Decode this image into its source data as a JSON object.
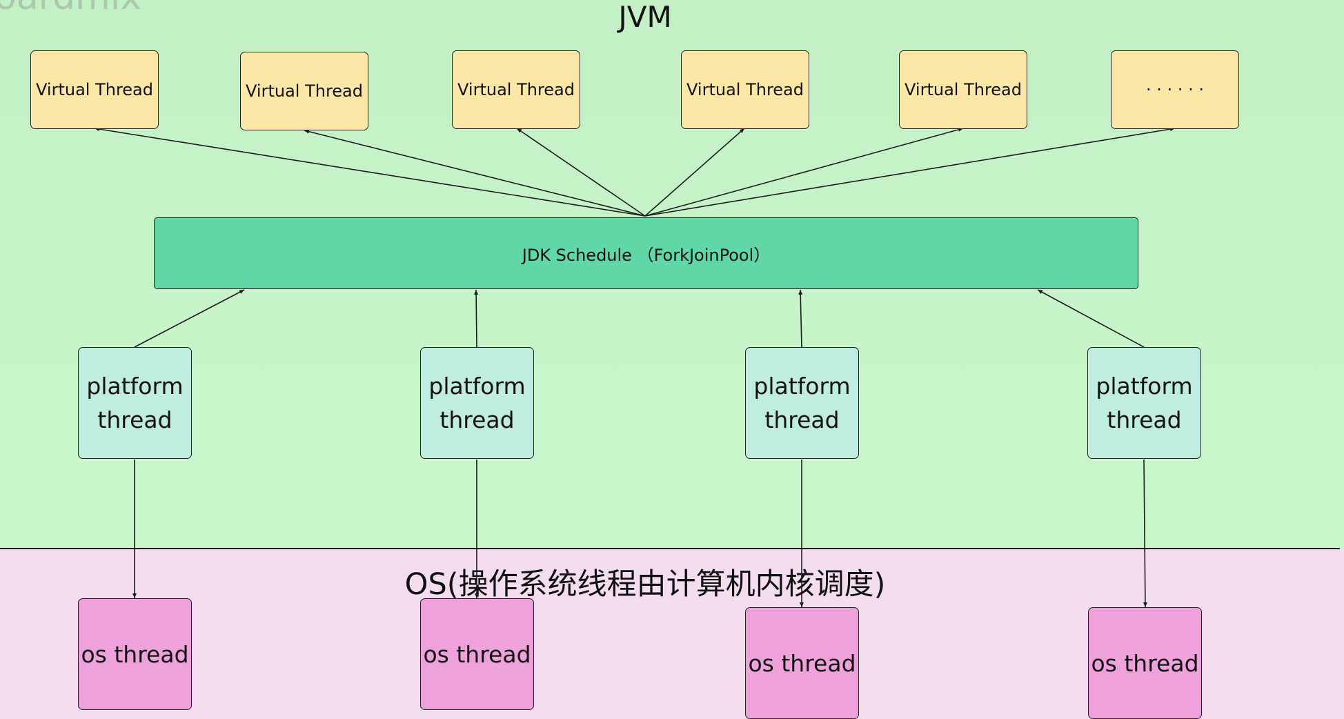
{
  "diagram": {
    "watermark": "oardmix",
    "jvm_title": "JVM",
    "os_title": "OS(操作系统线程由计算机内核调度)",
    "virtual_threads": [
      "Virtual Thread",
      "Virtual Thread",
      "Virtual Thread",
      "Virtual Thread",
      "Virtual Thread",
      "· · · · · ·"
    ],
    "scheduler": "JDK Schedule （ForkJoinPool）",
    "platform_threads": [
      "platform thread",
      "platform thread",
      "platform thread",
      "platform thread"
    ],
    "os_threads": [
      "os thread",
      "os thread",
      "os thread",
      "os thread"
    ]
  },
  "colors": {
    "jvm_background": "#c7f3cb",
    "os_background": "#f4ddef",
    "virtual_thread": "#fde7a7",
    "scheduler": "#5fd7a7",
    "platform_thread": "#bfeee0",
    "os_thread": "#eea1db"
  }
}
